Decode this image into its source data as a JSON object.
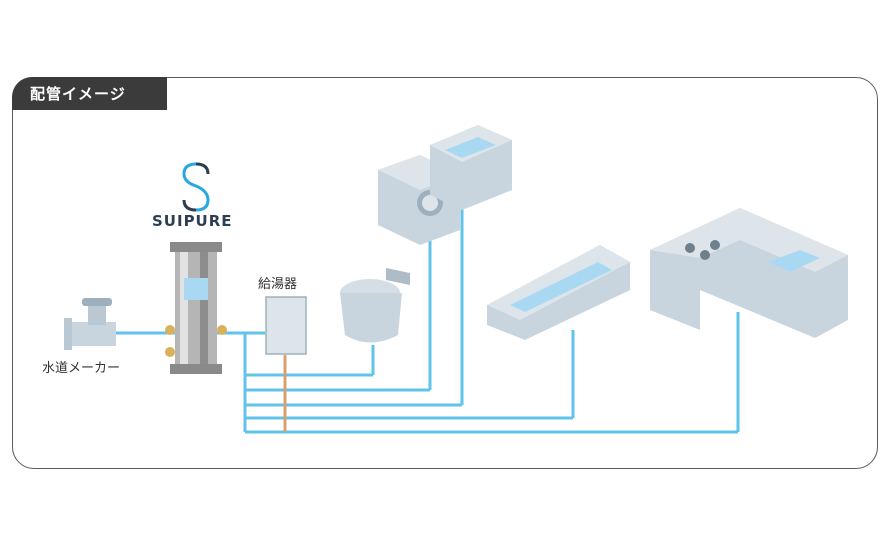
{
  "title": "配管イメージ",
  "brand": "SUIPURE",
  "labels": {
    "water_meter": "水道メーカー",
    "water_heater": "給湯器"
  },
  "colors": {
    "water_pipe": "#5fc3ea",
    "hot_pipe": "#d8a070",
    "fixture": "#c9d5de",
    "fixture_dark": "#9eb0bd",
    "water": "#a9d9f2"
  },
  "icons": [
    "faucet-icon",
    "filter-cylinder-icon",
    "water-heater-icon",
    "toilet-icon",
    "washing-machine-icon",
    "washbasin-icon",
    "bathtub-icon",
    "kitchen-icon",
    "suipure-logo-icon"
  ]
}
